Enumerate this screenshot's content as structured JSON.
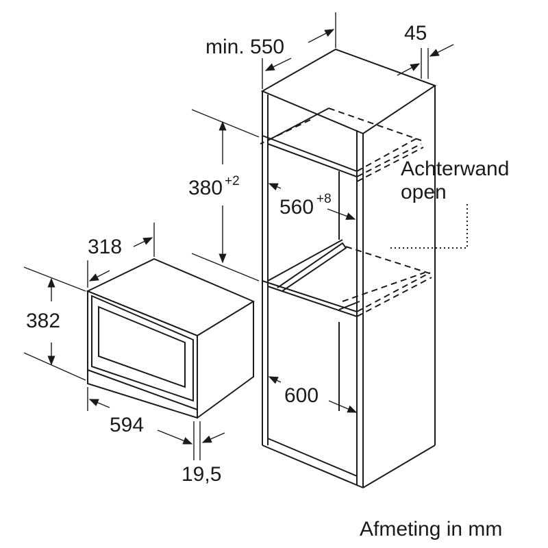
{
  "labels": {
    "depth_min": "min. 550",
    "panel": "45",
    "back_wall_line1": "Achterwand",
    "back_wall_line2": "open",
    "niche_height": "380",
    "niche_height_tol": "+2",
    "niche_width": "560",
    "niche_width_tol": "+8",
    "appliance_depth": "318",
    "appliance_height": "382",
    "appliance_width": "594",
    "front_thickness": "19,5",
    "cabinet_width": "600",
    "units_note": "Afmeting in mm"
  }
}
